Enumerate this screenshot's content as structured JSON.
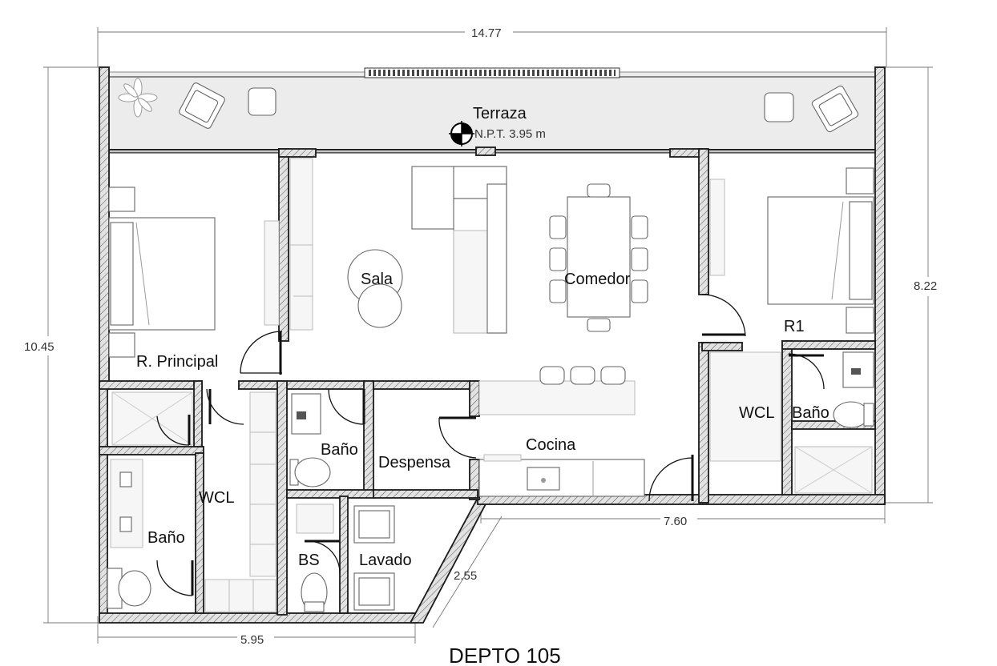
{
  "plan_title": "DEPTO 105",
  "rooms": {
    "terraza": "Terraza",
    "npt": "N.P.T. 3.95 m",
    "sala": "Sala",
    "comedor": "Comedor",
    "r_principal": "R. Principal",
    "r1": "R1",
    "wcl_left": "WCL",
    "bano_left": "Baño",
    "bano_center": "Baño",
    "despensa": "Despensa",
    "cocina": "Cocina",
    "wcl_right": "WCL",
    "bano_right": "Baño",
    "bs": "BS",
    "lavado": "Lavado"
  },
  "dimensions": {
    "top": "14.77",
    "left": "10.45",
    "right": "8.22",
    "bottom_left": "5.95",
    "bottom_right": "7.60",
    "diagonal": "2.55"
  }
}
